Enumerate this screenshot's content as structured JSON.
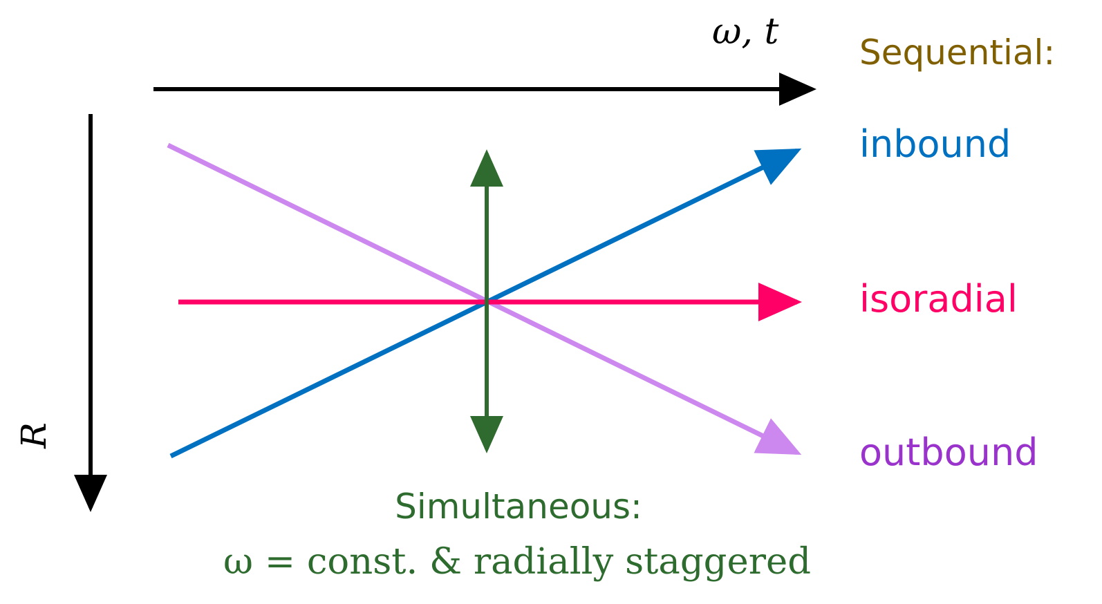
{
  "axes": {
    "x_label": "ω, t",
    "y_label": "R"
  },
  "legend": {
    "heading": "Sequential:",
    "items": [
      {
        "key": "inbound",
        "label": "inbound"
      },
      {
        "key": "isoradial",
        "label": "isoradial"
      },
      {
        "key": "outbound",
        "label": "outbound"
      }
    ]
  },
  "simultaneous": {
    "line1": "Simultaneous:",
    "line2": "ω = const. & radially staggered"
  },
  "colors": {
    "axis": "#000000",
    "heading": "#7f5f00",
    "inbound": "#0070c0",
    "isoradial": "#ff0066",
    "outbound": "#cc88ee",
    "outbound_text": "#9933cc",
    "simultaneous": "#2f6b2f",
    "simultaneous_text": "#2e6b2e"
  }
}
